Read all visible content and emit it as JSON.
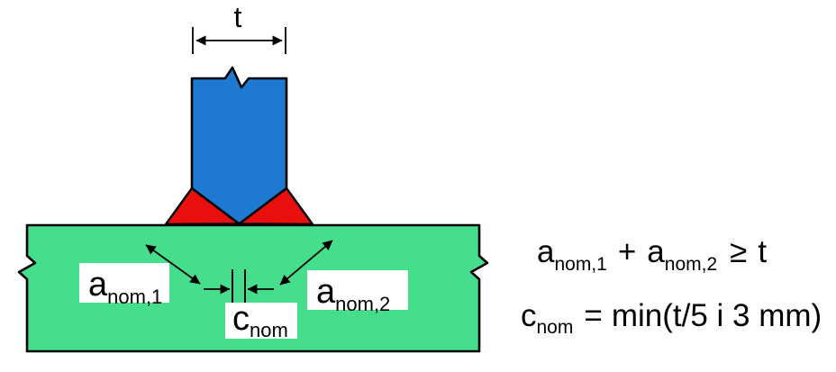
{
  "colors": {
    "background": "#ffffff",
    "bottom_plate": "#45DE8C",
    "vertical_plate": "#1E79D3",
    "weld": "#E90F0F",
    "line": "#000000",
    "label_box": "#ffffff"
  },
  "diagram": {
    "dim_t_label": "t",
    "a1_base": "a",
    "a1_sub": "nom,1",
    "a2_base": "a",
    "a2_sub": "nom,2",
    "c_base": "c",
    "c_sub": "nom"
  },
  "formulas": {
    "line1": {
      "p1": "a",
      "p2": "nom,1",
      "p3": "+",
      "p4": "a",
      "p5": "nom,2",
      "p6": "≥",
      "p7": "t"
    },
    "line2": {
      "p1": "c",
      "p2": "nom",
      "p3": "=",
      "p4": "min(t/5 i 3 mm)"
    }
  }
}
